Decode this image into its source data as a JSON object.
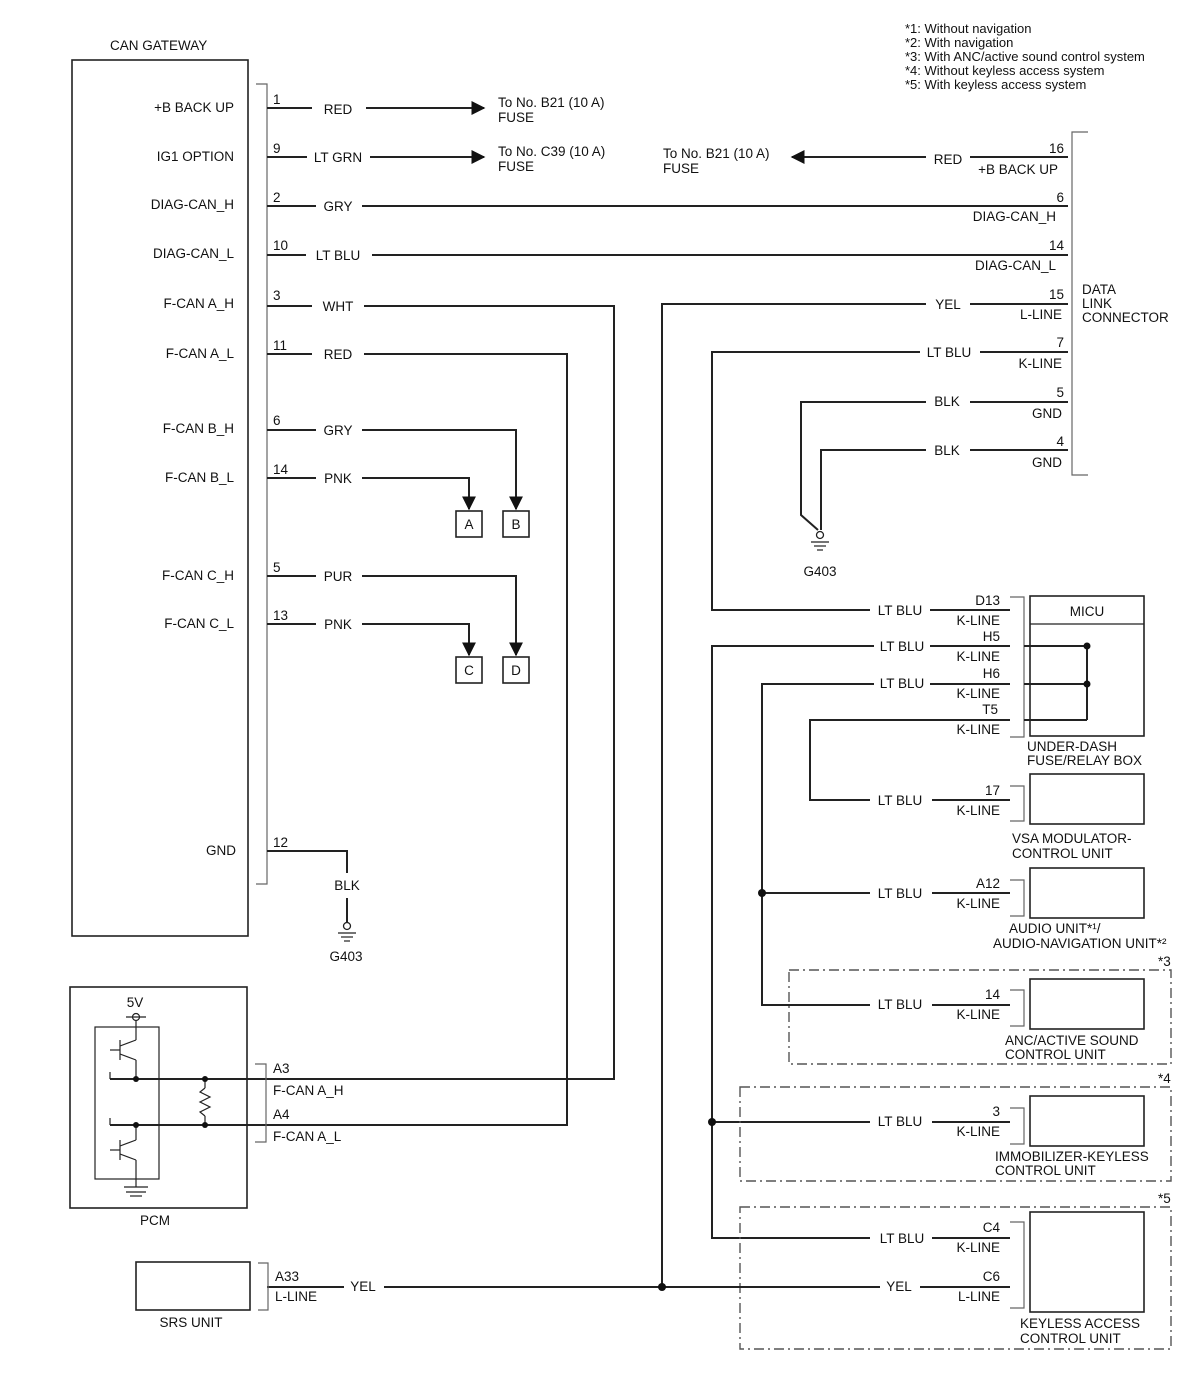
{
  "notes": [
    "*1: Without navigation",
    "*2: With navigation",
    "*3: With ANC/active sound control system",
    "*4: Without keyless access system",
    "*5: With keyless access system"
  ],
  "can_gateway": {
    "title": "CAN GATEWAY",
    "pins": [
      {
        "name": "+B BACK UP",
        "pin": "1",
        "wire": "RED"
      },
      {
        "name": "IG1 OPTION",
        "pin": "9",
        "wire": "LT GRN"
      },
      {
        "name": "DIAG-CAN_H",
        "pin": "2",
        "wire": "GRY"
      },
      {
        "name": "DIAG-CAN_L",
        "pin": "10",
        "wire": "LT BLU"
      },
      {
        "name": "F-CAN A_H",
        "pin": "3",
        "wire": "WHT"
      },
      {
        "name": "F-CAN A_L",
        "pin": "11",
        "wire": "RED"
      },
      {
        "name": "F-CAN B_H",
        "pin": "6",
        "wire": "GRY"
      },
      {
        "name": "F-CAN B_L",
        "pin": "14",
        "wire": "PNK"
      },
      {
        "name": "F-CAN C_H",
        "pin": "5",
        "wire": "PUR"
      },
      {
        "name": "F-CAN C_L",
        "pin": "13",
        "wire": "PNK"
      },
      {
        "name": "GND",
        "pin": "12",
        "wire": "BLK"
      }
    ],
    "fuse_1": [
      "To No. B21 (10 A)",
      "FUSE"
    ],
    "fuse_9": [
      "To No. C39 (10 A)",
      "FUSE"
    ],
    "ground": "G403"
  },
  "connectors": [
    "A",
    "B",
    "C",
    "D"
  ],
  "dlc": {
    "title": [
      "DATA",
      "LINK",
      "CONNECTOR"
    ],
    "fuse": [
      "To No. B21 (10 A)",
      "FUSE"
    ],
    "pins": [
      {
        "pin": "16",
        "name": "+B BACK UP",
        "wire": "RED"
      },
      {
        "pin": "6",
        "name": "DIAG-CAN_H",
        "wire": ""
      },
      {
        "pin": "14",
        "name": "DIAG-CAN_L",
        "wire": ""
      },
      {
        "pin": "15",
        "name": "L-LINE",
        "wire": "YEL"
      },
      {
        "pin": "7",
        "name": "K-LINE",
        "wire": "LT BLU"
      },
      {
        "pin": "5",
        "name": "GND",
        "wire": "BLK"
      },
      {
        "pin": "4",
        "name": "GND",
        "wire": "BLK"
      }
    ],
    "ground": "G403"
  },
  "micu": {
    "title": "MICU",
    "box_label": [
      "UNDER-DASH",
      "FUSE/RELAY BOX"
    ],
    "pins": [
      {
        "pin": "D13",
        "name": "K-LINE",
        "wire": "LT BLU"
      },
      {
        "pin": "H5",
        "name": "K-LINE",
        "wire": "LT BLU"
      },
      {
        "pin": "H6",
        "name": "K-LINE",
        "wire": "LT BLU"
      },
      {
        "pin": "T5",
        "name": "K-LINE",
        "wire": ""
      }
    ]
  },
  "units": [
    {
      "pin": "17",
      "name": "K-LINE",
      "wire": "LT BLU",
      "label": [
        "VSA MODULATOR-",
        "CONTROL UNIT"
      ]
    },
    {
      "pin": "A12",
      "name": "K-LINE",
      "wire": "LT BLU",
      "label": [
        "AUDIO UNIT*¹/",
        "AUDIO-NAVIGATION UNIT*²"
      ]
    },
    {
      "pin": "14",
      "name": "K-LINE",
      "wire": "LT BLU",
      "label": [
        "ANC/ACTIVE SOUND",
        "CONTROL UNIT"
      ],
      "note": "*3"
    },
    {
      "pin": "3",
      "name": "K-LINE",
      "wire": "LT BLU",
      "label": [
        "IMMOBILIZER-KEYLESS",
        "CONTROL UNIT"
      ],
      "note": "*4"
    }
  ],
  "keyless": {
    "note": "*5",
    "label": [
      "KEYLESS ACCESS",
      "CONTROL UNIT"
    ],
    "pins": [
      {
        "pin": "C4",
        "name": "K-LINE",
        "wire": "LT BLU"
      },
      {
        "pin": "C6",
        "name": "L-LINE",
        "wire": "YEL"
      }
    ]
  },
  "pcm": {
    "title": "PCM",
    "supply": "5V",
    "pins": [
      {
        "pin": "A3",
        "name": "F-CAN A_H"
      },
      {
        "pin": "A4",
        "name": "F-CAN A_L"
      }
    ]
  },
  "srs": {
    "title": "SRS UNIT",
    "pin": "A33",
    "name": "L-LINE",
    "wire": "YEL"
  }
}
